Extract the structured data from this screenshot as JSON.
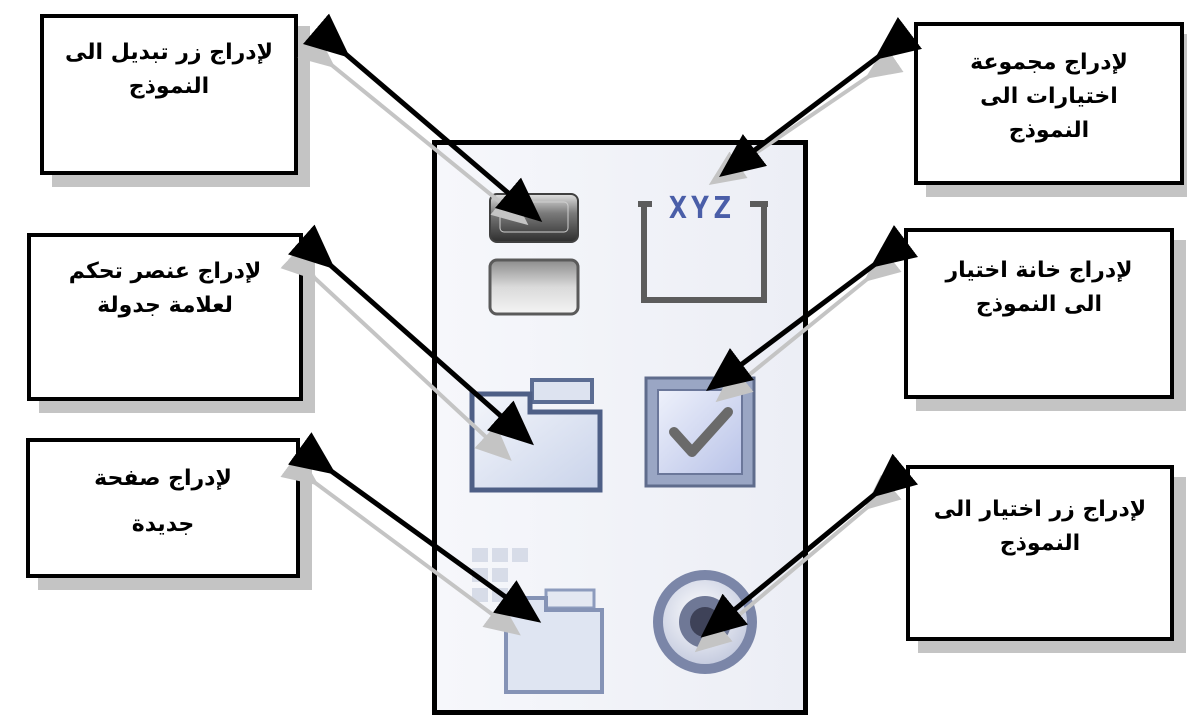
{
  "callouts": {
    "toggle_button": "لإدراج زر تبديل الى النموذج",
    "option_group": "لإدراج مجموعة اختيارات الى النموذج",
    "tab_control": "لإدراج عنصر تحكم لعلامة جدولة",
    "check_box": "لإدراج خانة اختيار الى النموذج",
    "new_page_line1": "لإدراج صفحة",
    "new_page_line2": "جديدة",
    "option_button": "لإدراج زر اختيار الى النموذج"
  },
  "icons": {
    "toggle_button": "toggle-button-icon",
    "option_group": "option-group-icon",
    "tab_control": "tab-control-icon",
    "check_box": "check-box-icon",
    "insert_page": "insert-page-icon",
    "option_button": "option-button-icon"
  },
  "option_group_icon_text": "XYZ",
  "colors": {
    "border": "#000000",
    "shadow": "#c4c4c4",
    "icon_blue": "#5a6fb0"
  }
}
